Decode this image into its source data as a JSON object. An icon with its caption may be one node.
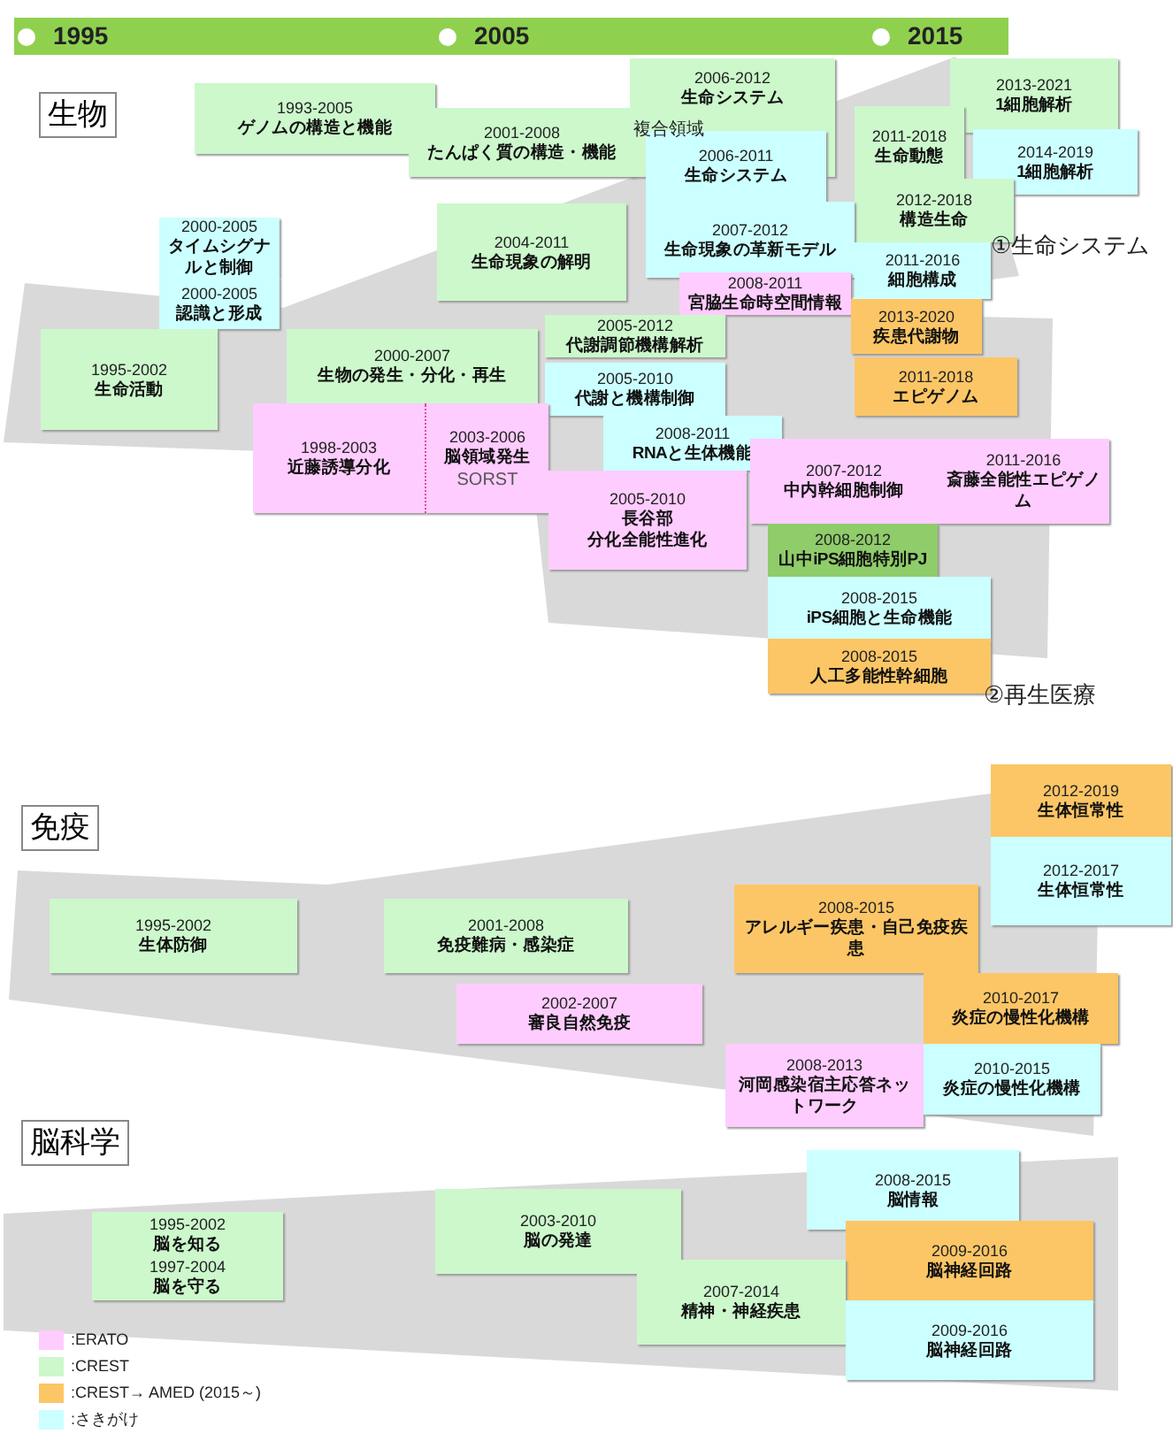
{
  "diagram": {
    "nodes": [
      {
        "text": [
          "1993-2005",
          "ゲノムの構造と機能"
        ]
      },
      {
        "text": [
          "2001-2008",
          "たんぱく質の構造・機能"
        ]
      },
      {
        "text": [
          "2006-2012",
          "生命システム"
        ]
      },
      {
        "text": [
          "2013-2021",
          "1細胞解析"
        ]
      },
      {
        "text": [
          "2011-2018",
          "生命動態"
        ]
      },
      {
        "text": [
          "2014-2019",
          "1細胞解析"
        ]
      },
      {
        "text": [
          "2006-2011",
          "生命システム"
        ]
      },
      {
        "text": [
          "2012-2018",
          "構造生命"
        ]
      },
      {
        "text": [
          "2004-2011",
          "生命現象の解明"
        ]
      },
      {
        "text": [
          "2000-2005",
          "タイムシグナルと制御"
        ]
      },
      {
        "text": [
          "2000-2005",
          "認識と形成"
        ]
      },
      {
        "text": [
          "2007-2012",
          "生命現象の革新モデル"
        ]
      },
      {
        "text": [
          "2011-2016",
          "細胞構成"
        ]
      },
      {
        "text": [
          "2008-2011",
          "宮脇生命時空間情報"
        ]
      },
      {
        "text": [
          "2005-2012",
          "代謝調節機構解析"
        ]
      },
      {
        "text": [
          "2013-2020",
          "疾患代謝物"
        ]
      },
      {
        "text": [
          "1995-2002",
          "生命活動"
        ]
      },
      {
        "text": [
          "2000-2007",
          "生物の発生・分化・再生"
        ]
      },
      {
        "text": [
          "2005-2010",
          "代謝と機構制御"
        ]
      },
      {
        "text": [
          "2011-2018",
          "エピゲノム"
        ]
      },
      {
        "text": [
          "1998-2003",
          "近藤誘導分化"
        ]
      },
      {
        "text": [
          "2003-2006",
          "脳領域発生",
          "SORST"
        ]
      },
      {
        "text": [
          "2008-2011",
          "RNAと生体機能"
        ]
      },
      {
        "text": [
          "2005-2010",
          "長谷部",
          "分化全能性進化"
        ]
      },
      {
        "text": [
          "2007-2012",
          "中内幹細胞制御"
        ]
      },
      {
        "text": [
          "2011-2016",
          "斎藤全能性エピゲノム"
        ]
      },
      {
        "text": [
          "2008-2012",
          "山中iPS細胞特別PJ"
        ]
      },
      {
        "text": [
          "2008-2015",
          "iPS細胞と生命機能"
        ]
      },
      {
        "text": [
          "2008-2015",
          "人工多能性幹細胞"
        ]
      },
      {
        "text": [
          "1995-2002",
          "生体防御"
        ]
      },
      {
        "text": [
          "2001-2008",
          "免疫難病・感染症"
        ]
      },
      {
        "text": [
          "2002-2007",
          "審良自然免疫"
        ]
      },
      {
        "text": [
          "2008-2015",
          "アレルギー疾患・自己免疫疾患"
        ]
      },
      {
        "text": [
          "2012-2019",
          "生体恒常性"
        ]
      },
      {
        "text": [
          "2012-2017",
          "生体恒常性"
        ]
      },
      {
        "text": [
          "2010-2017",
          "炎症の慢性化機構"
        ]
      },
      {
        "text": [
          "2008-2013",
          "河岡感染宿主応答ネットワーク"
        ]
      },
      {
        "text": [
          "2010-2015",
          "炎症の慢性化機構"
        ]
      },
      {
        "text": [
          "1995-2002",
          "脳を知る",
          "1997-2004",
          "脳を守る"
        ]
      },
      {
        "text": [
          "2003-2010",
          "脳の発達"
        ]
      },
      {
        "text": [
          "2008-2015",
          "脳情報"
        ]
      },
      {
        "text": [
          "2009-2016",
          "脳神経回路"
        ]
      },
      {
        "text": [
          "2007-2014",
          "精神・神経疾患"
        ]
      },
      {
        "text": [
          "2009-2016",
          "脳神経回路"
        ]
      }
    ],
    "labels": [
      "1995",
      "2005",
      "2015",
      "生物",
      "複合領域",
      "①生命システム",
      "②再生医療",
      "免疫",
      "脳科学"
    ],
    "legend": [
      {
        "text": ":ERATO",
        "color": "#ffccff"
      },
      {
        "text": ":CREST",
        "color": "#ccf8cc"
      },
      {
        "text": ":CREST→ AMED (2015～)",
        "color": "#fcc666"
      },
      {
        "text": ":さきがけ",
        "color": "#ccffff"
      }
    ]
  }
}
